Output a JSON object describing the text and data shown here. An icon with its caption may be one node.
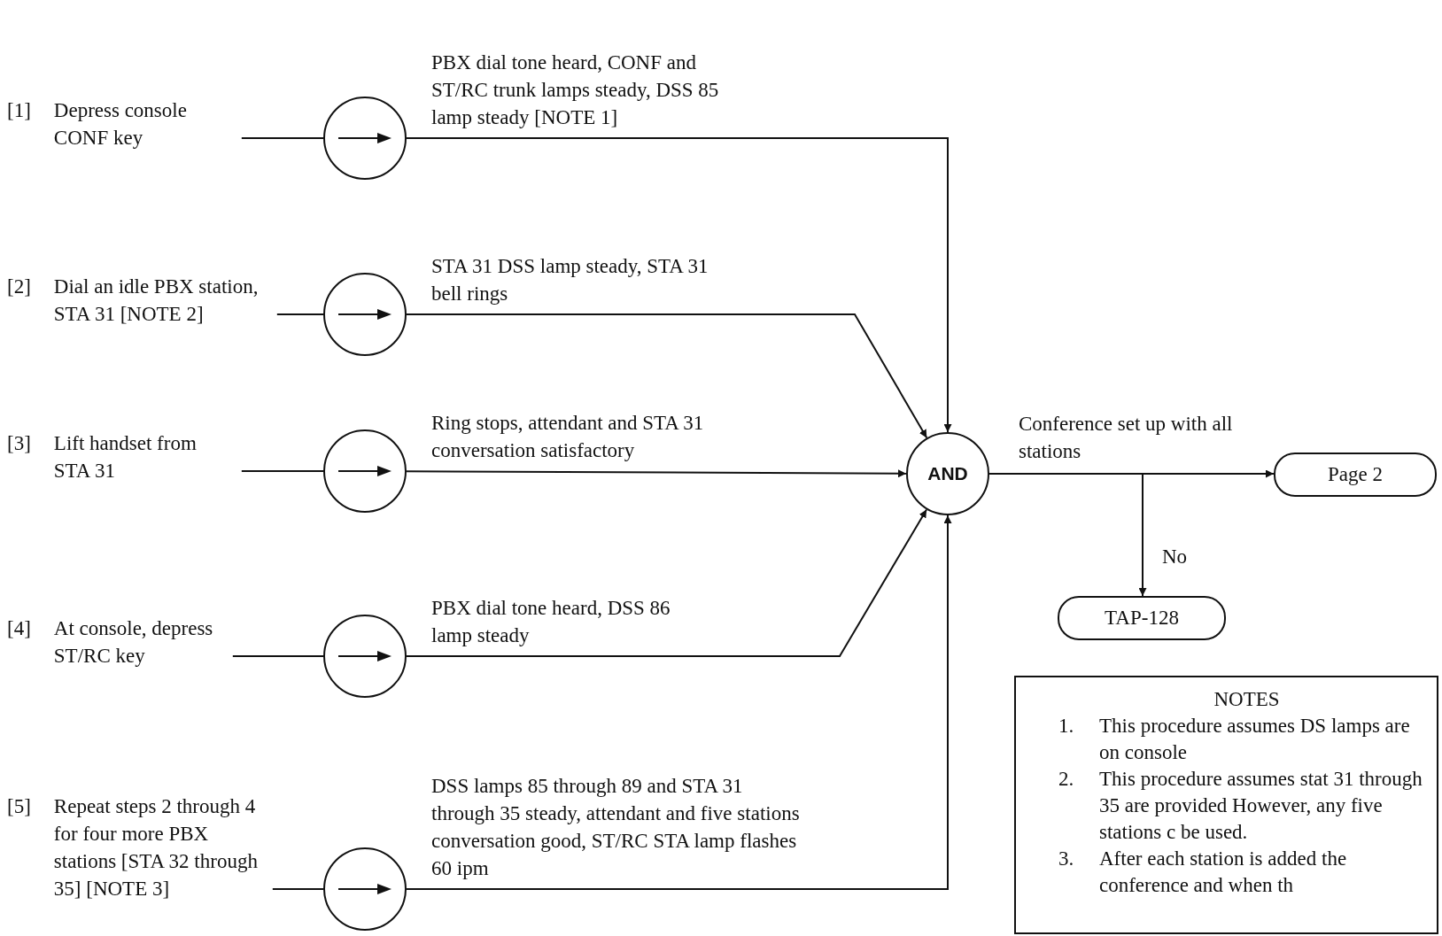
{
  "diagram": {
    "nodes": [
      {
        "text": [
          "[1]",
          "Depress console CONF key"
        ]
      },
      {
        "text": [
          "[2]",
          "Dial an idle PBX station, STA 31  [NOTE 2]"
        ]
      },
      {
        "text": [
          "[3]",
          "Lift handset from STA 31"
        ]
      },
      {
        "text": [
          "[4]",
          "At console, depress ST/RC key"
        ]
      },
      {
        "text": [
          "[5]",
          "Repeat steps 2 through 4 for four more PBX stations [STA 32 through 35] [NOTE 3]"
        ]
      },
      {
        "text": [],
        "shape": "circle"
      },
      {
        "text": [],
        "shape": "circle"
      },
      {
        "text": [],
        "shape": "circle"
      },
      {
        "text": [],
        "shape": "circle"
      },
      {
        "text": [],
        "shape": "circle"
      },
      {
        "text": [
          "AND"
        ]
      },
      {
        "text": [
          "Page 2"
        ]
      },
      {
        "text": [
          "TAP-128"
        ]
      },
      {
        "text": [
          "NOTES",
          "1.",
          "This procedure assumes DS lamps are on console",
          "2.",
          "This procedure assumes stat 31 through 35 are provided However, any five stations c be used.",
          "3.",
          "After each station is added the conference and when th"
        ]
      }
    ],
    "edges": [
      {
        "from": 0,
        "to": 5,
        "arrow": "none"
      },
      {
        "from": 1,
        "to": 6,
        "arrow": "none"
      },
      {
        "from": 2,
        "to": 7,
        "arrow": "none"
      },
      {
        "from": 3,
        "to": 8,
        "arrow": "none"
      },
      {
        "from": 4,
        "to": 9,
        "arrow": "none"
      },
      {
        "from": 5,
        "to": 10,
        "arrow": "to",
        "label": "PBX dial tone heard, CONF and ST/RC trunk lamps steady, DSS 85 lamp steady [NOTE 1]"
      },
      {
        "from": 6,
        "to": 10,
        "arrow": "to",
        "label": "STA 31 DSS lamp steady, STA 31 bell rings"
      },
      {
        "from": 7,
        "to": 10,
        "arrow": "to",
        "label": "Ring stops, attendant and STA 31 conversation satisfactory"
      },
      {
        "from": 8,
        "to": 10,
        "arrow": "to",
        "label": "PBX dial tone heard, DSS 86 lamp steady"
      },
      {
        "from": 9,
        "to": 10,
        "arrow": "to",
        "label": "DSS lamps 85 through 89 and STA 31 through 35 steady, attendant and five stations conversation good, ST/RC STA lamp flashes 60 ipm"
      },
      {
        "from": 10,
        "to": 11,
        "arrow": "to",
        "label": "Conference set up with all stations"
      },
      {
        "from": 10,
        "to": 12,
        "arrow": "to",
        "label": "No"
      }
    ]
  }
}
